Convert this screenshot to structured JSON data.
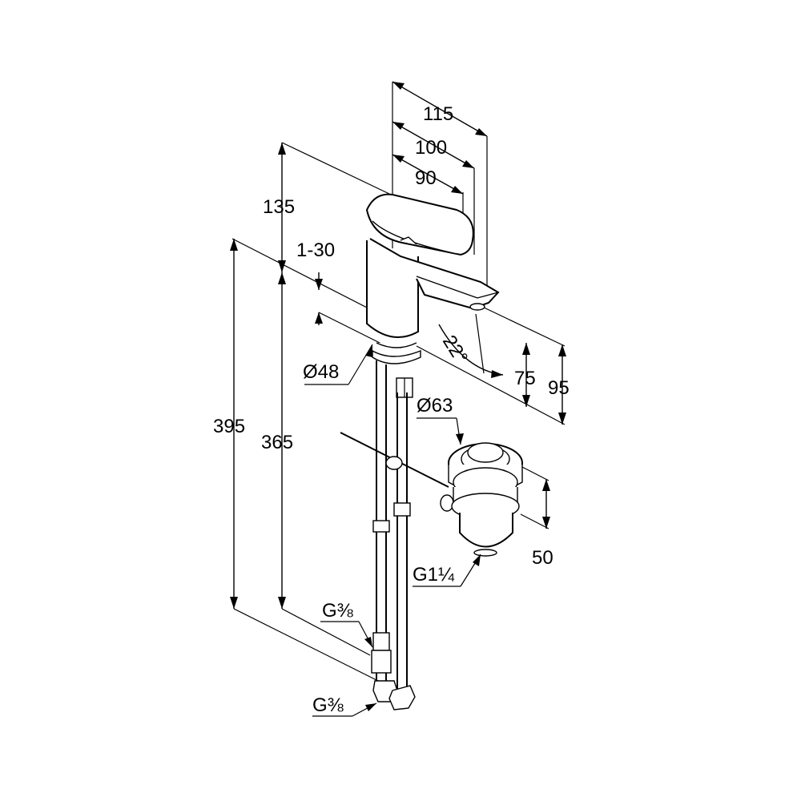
{
  "dimensions": {
    "overall_reach": "115",
    "spout_reach": "100",
    "lever_reach": "90",
    "tap_height": "135",
    "deck_thickness": "1-30",
    "body_diameter": "Ø48",
    "spout_angle": "22°",
    "spout_clearance": "75",
    "outlet_height": "95",
    "waste_diameter": "Ø63",
    "waste_height": "50",
    "waste_thread": "G1¼",
    "total_hose_length": "395",
    "hose_length": "365",
    "hose_thread_upper": "G⅜",
    "hose_thread_lower": "G⅜"
  }
}
